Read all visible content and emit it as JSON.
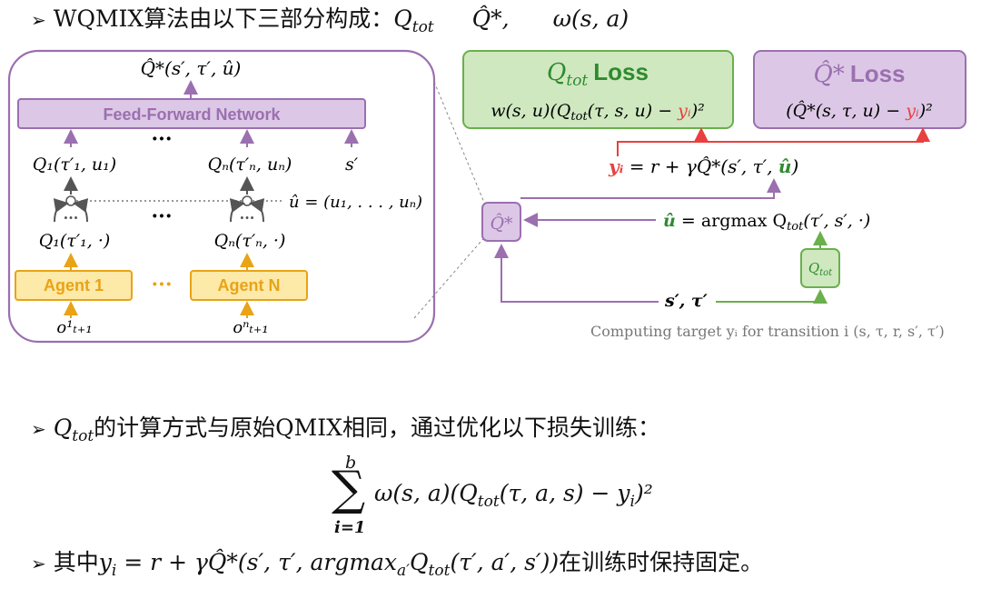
{
  "header": {
    "bullet_icon": "triangle-right-icon",
    "title_text": "WQMIX算法由以下三部分构成：",
    "q_tot": "Q",
    "q_tot_sub": "tot",
    "q_star": "Q̂*,",
    "omega": "ω(s, a)"
  },
  "diagram": {
    "top_output": "Q̂*(s′, τ′, û)",
    "ffn_label": "Feed-Forward Network",
    "dots": "···",
    "q1_label": "Q₁(τ′₁, u₁)",
    "qn_label": "Qₙ(τ′ₙ, uₙ)",
    "s_prime": "s′",
    "u_hat_label": "û = (u₁, . . . , uₙ)",
    "q1_dot": "Q₁(τ′₁, ·)",
    "qn_dot": "Qₙ(τ′ₙ, ·)",
    "agent1": "Agent 1",
    "agentn": "Agent N",
    "obs1": "o¹ₜ₊₁",
    "obsn": "oⁿₜ₊₁",
    "qtot_loss_q": "Q",
    "qtot_loss_sub": "tot",
    "qtot_loss_word": "Loss",
    "qtot_loss_formula_a": "w(s, u)(Q",
    "qtot_loss_formula_sub": "tot",
    "qtot_loss_formula_b": "(τ, s, u) − ",
    "qtot_loss_formula_y": "yᵢ",
    "qtot_loss_formula_c": ")²",
    "qstar_loss_q": "Q̂*",
    "qstar_loss_word": "Loss",
    "qstar_loss_formula_a": "(Q̂*(s, τ, u) − ",
    "qstar_loss_formula_y": "yᵢ",
    "qstar_loss_formula_c": ")²",
    "target_y": "yᵢ",
    "target_rest": " = r + γQ̂*(s′, τ′, ",
    "target_u": "û",
    "target_close": ")",
    "qstar_node": "Q̂*",
    "u_argmax_u": "û",
    "u_argmax_rest": " = argmax Q",
    "u_argmax_sub": "tot",
    "u_argmax_tail": "(τ′, s′, ·)",
    "qtot_node": "Q",
    "qtot_node_sub": "tot",
    "s_tau": "s′, τ′",
    "caption": "Computing target yᵢ for transition i (s, τ, r, s′, τ′)",
    "colors": {
      "purple": "#9b6fb0",
      "purple_fill": "#dcc8e6",
      "green": "#6ab04c",
      "green_fill": "#cfe8c0",
      "green_text": "#2e8b2e",
      "orange": "#e8a317",
      "orange_fill": "#fde9a8",
      "red": "#e84040"
    }
  },
  "section2": {
    "q": "Q",
    "q_sub": "tot",
    "text": "的计算方式与原始QMIX相同，通过优化以下损失训练：",
    "sum_upper": "b",
    "sum_lower": "i=1",
    "sum_symbol": "∑",
    "sum_body": "ω(s, a)(Q",
    "sum_body_sub": "tot",
    "sum_body_rest": "(τ, a, s) − y",
    "sum_body_y_sub": "i",
    "sum_body_close": ")²"
  },
  "section3": {
    "prefix": "其中",
    "y": "y",
    "y_sub": "i",
    "formula": " = r + γQ̂*(s′, τ′, argmax",
    "a_sub": "a′",
    "formula2": "Q",
    "q_sub": "tot",
    "formula3": "(τ′, a′, s′))",
    "suffix": "在训练时保持固定。"
  }
}
